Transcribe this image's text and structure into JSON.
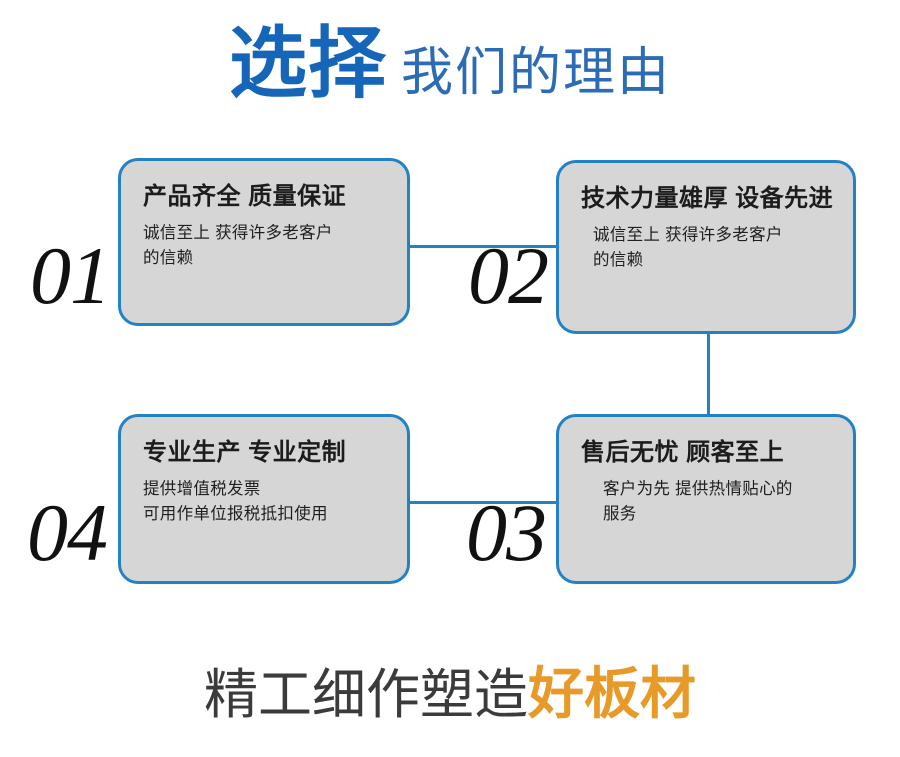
{
  "header": {
    "strong": "选择",
    "light": "我们的理由"
  },
  "colors": {
    "brand_blue": "#1565b8",
    "line_blue": "#2382c4",
    "card_fill": "#d6d6d6",
    "accent_orange": "#e89a28",
    "text_dark": "#1c1c1c",
    "footer_gray": "#3b3b3b"
  },
  "cards": [
    {
      "number": "01",
      "title": "产品齐全 质量保证",
      "body_lines": [
        "诚信至上 获得许多老客户",
        "的信赖"
      ]
    },
    {
      "number": "02",
      "title": "技术力量雄厚 设备先进",
      "body_lines": [
        "诚信至上 获得许多老客户",
        "的信赖"
      ]
    },
    {
      "number": "03",
      "title": "售后无忧 顾客至上",
      "body_lines": [
        "客户为先 提供热情贴心的",
        "服务"
      ]
    },
    {
      "number": "04",
      "title": "专业生产 专业定制",
      "body_lines": [
        "提供增值税发票",
        "可用作单位报税抵扣使用"
      ]
    }
  ],
  "footer": {
    "gray": "精工细作塑造",
    "accent": "好板材"
  }
}
